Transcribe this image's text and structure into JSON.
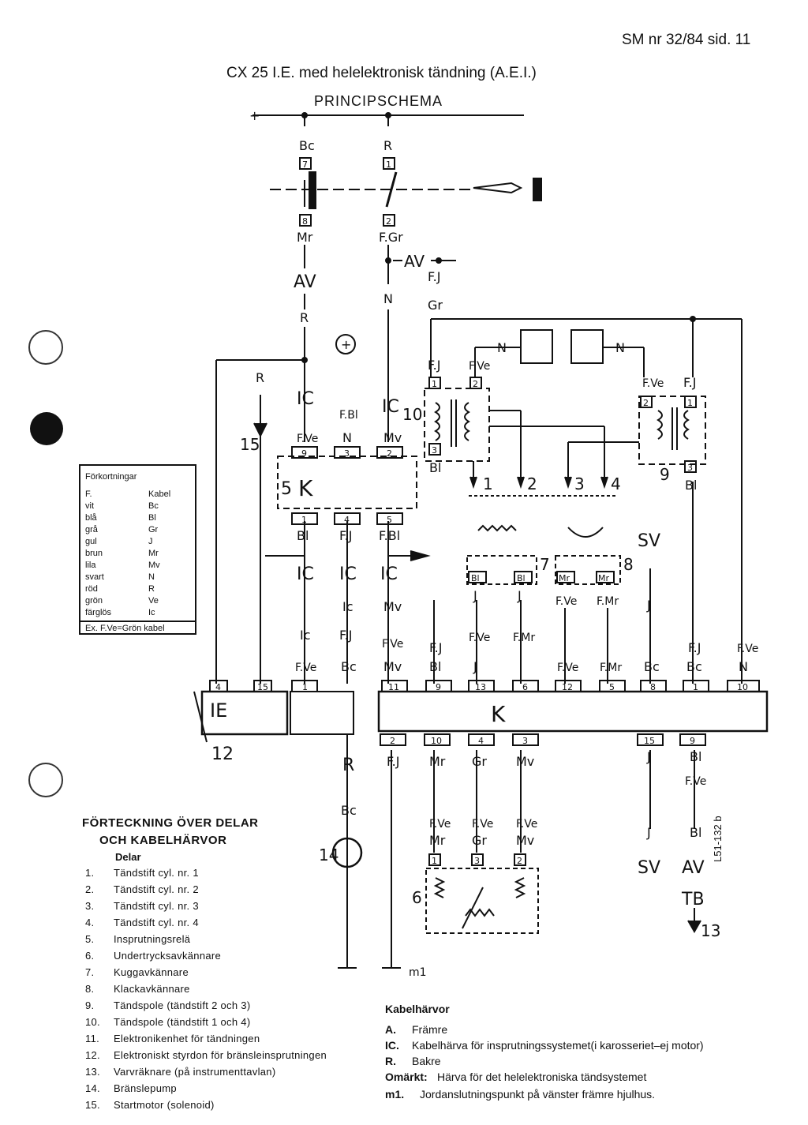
{
  "header": {
    "doc_ref": "SM nr 32/84 sid. 11",
    "title": "CX 25 I.E. med helelektronisk tändning (A.E.I.)",
    "subtitle": "PRINCIPSCHEMA"
  },
  "abbreviations": {
    "title": "Förkortningar",
    "items": [
      {
        "name": "F.",
        "code": "Kabel"
      },
      {
        "name": "vit",
        "code": "Bc"
      },
      {
        "name": "blå",
        "code": "Bl"
      },
      {
        "name": "grå",
        "code": "Gr"
      },
      {
        "name": "gul",
        "code": "J"
      },
      {
        "name": "brun",
        "code": "Mr"
      },
      {
        "name": "lila",
        "code": "Mv"
      },
      {
        "name": "svart",
        "code": "N"
      },
      {
        "name": "röd",
        "code": "R"
      },
      {
        "name": "grön",
        "code": "Ve"
      },
      {
        "name": "färglös",
        "code": "Ic"
      }
    ],
    "example": "Ex. F.Ve=Grön kabel"
  },
  "parts": {
    "title_line1": "FÖRTECKNING ÖVER DELAR",
    "title_line2": "OCH KABELHÄRVOR",
    "section": "Delar",
    "items": [
      {
        "num": "1.",
        "text": "Tändstift cyl. nr. 1"
      },
      {
        "num": "2.",
        "text": "Tändstift cyl. nr. 2"
      },
      {
        "num": "3.",
        "text": "Tändstift cyl. nr. 3"
      },
      {
        "num": "4.",
        "text": "Tändstift cyl. nr. 4"
      },
      {
        "num": "5.",
        "text": "Insprutningsrelä"
      },
      {
        "num": "6.",
        "text": "Undertrycksavkännare"
      },
      {
        "num": "7.",
        "text": "Kuggavkännare"
      },
      {
        "num": "8.",
        "text": "Klackavkännare"
      },
      {
        "num": "9.",
        "text": "Tändspole (tändstift 2 och 3)"
      },
      {
        "num": "10.",
        "text": "Tändspole (tändstift 1 och 4)"
      },
      {
        "num": "11.",
        "text": "Elektronikenhet för tändningen"
      },
      {
        "num": "12.",
        "text": "Elektroniskt styrdon för bränsleinsprutningen"
      },
      {
        "num": "13.",
        "text": "Varvräknare (på instrumenttavlan)"
      },
      {
        "num": "14.",
        "text": "Bränslepump"
      },
      {
        "num": "15.",
        "text": "Startmotor (solenoid)"
      }
    ]
  },
  "harness": {
    "title": "Kabelhärvor",
    "items": [
      {
        "code": "A.",
        "text": "Främre"
      },
      {
        "code": "IC.",
        "text": "Kabelhärva för insprutningssystemet(i karosseriet–ej motor)"
      },
      {
        "code": "R.",
        "text": "Bakre"
      },
      {
        "code": "Omärkt:",
        "text": "Härva för det helelektroniska tändsystemet"
      },
      {
        "code": "m1.",
        "text": "Jordanslutningspunkt på vänster främre hjulhus."
      }
    ]
  },
  "ref_code": "L51-132 b",
  "schematic": {
    "plus": "+",
    "ground": "m1",
    "labels": {
      "bc_top": "Bc",
      "r_top": "R",
      "c7": "7",
      "c1": "1",
      "c8": "8",
      "c2": "2",
      "mr": "Mr",
      "fgr": "F.Gr",
      "av1": "AV",
      "av2": "AV",
      "r2": "R",
      "n1": "N",
      "fj1": "F.J",
      "gr1": "Gr",
      "plus_circle": "+",
      "r3": "R",
      "ic1": "IC",
      "fbl": "F.Bl",
      "ic10": "IC",
      "num10": "10",
      "num15": "15",
      "fve1": "F.Ve",
      "n2": "N",
      "mv1": "Mv",
      "c9": "9",
      "c3": "3",
      "c2b": "2",
      "num5": "5",
      "k": "K",
      "c1b": "1",
      "c4": "4",
      "c5": "5",
      "bl1": "Bl",
      "fj2": "F.J",
      "fbl2": "F.Bl",
      "ic2": "IC",
      "ic3": "IC",
      "ic4": "IC",
      "ic5": "Ic",
      "mv2": "Mv",
      "ic6": "Ic",
      "fj3": "F.J",
      "fve2": "F.Ve",
      "fve3": "F.Ve",
      "bc2": "Bc",
      "mv3": "Mv",
      "c4b": "4",
      "c15": "15",
      "c1c": "1",
      "c11": "11",
      "ie": "IE",
      "num12": "12",
      "fj4": "F.J",
      "fve4": "F.Ve",
      "c1d": "1",
      "c2c": "2",
      "n3": "N",
      "n4": "N",
      "c3b": "3",
      "bl2": "Bl",
      "sp1": "1",
      "sp2": "2",
      "sp3": "3",
      "sp4": "4",
      "fve5": "F.Ve",
      "fj5": "F.J",
      "c2d": "2",
      "c1e": "1",
      "num9": "9",
      "c3c": "3",
      "bl3": "Bl",
      "bl4": "Bl",
      "bl5": "Bl",
      "num7": "7",
      "mr2": "Mr",
      "mr3": "Mr",
      "num8": "8",
      "j1": "J",
      "j2": "J",
      "fve6": "F.Ve",
      "fmr1": "F.Mr",
      "sv1": "SV",
      "j3": "J",
      "fj6": "F.J",
      "bl6": "Bl",
      "fve7": "F.Ve",
      "fmr2": "F.Mr",
      "j4": "J",
      "fve8": "F.Ve",
      "fmr3": "F.Mr",
      "bc3": "Bc",
      "fj7": "F.J",
      "bc4": "Bc",
      "fve9": "F.Ve",
      "n5": "N",
      "c9b": "9",
      "c13": "13",
      "c6": "6",
      "c12": "12",
      "c5b": "5",
      "c8b": "8",
      "c1f": "1",
      "c10": "10",
      "k2": "K",
      "c2e": "2",
      "c10b": "10",
      "c4c": "4",
      "c3d": "3",
      "c15b": "15",
      "c9c": "9",
      "r4": "R",
      "fj8": "F.J",
      "mr4": "Mr",
      "gr2": "Gr",
      "mv4": "Mv",
      "j5": "J",
      "bl7": "Bl",
      "fve10": "F.Ve",
      "bc5": "Bc",
      "num14": "14",
      "fve11": "F.Ve",
      "fve12": "F.Ve",
      "fve13": "F.Ve",
      "mr5": "Mr",
      "gr3": "Gr",
      "mv5": "Mv",
      "c1g": "1",
      "c3e": "3",
      "c2f": "2",
      "num6": "6",
      "j6": "J",
      "bl8": "Bl",
      "sv2": "SV",
      "av3": "AV",
      "tb": "TB",
      "num13": "13"
    }
  }
}
